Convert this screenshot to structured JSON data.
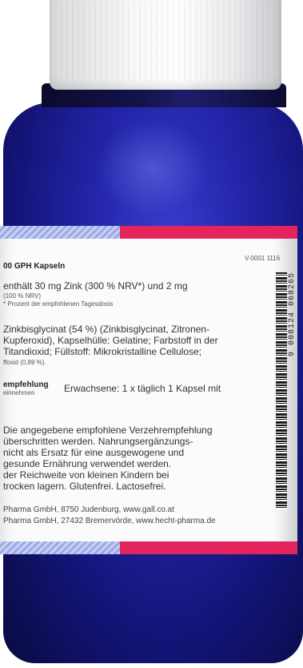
{
  "label": {
    "code": "V-0001 1116",
    "product_line": "00 GPH Kapseln",
    "line_zinc_1": "enthält 30 mg Zink (300 % NRV*) und 2 mg",
    "line_zinc_2": "(100 % NRV)",
    "line_nrv": "* Prozent der empfohlenen Tagesdosis",
    "ingredients_1": "Zinkbisglycinat (54 %) (Zinkbisglycinat, Zitronen-",
    "ingredients_2": "Kupferoxid), Kapselhülle: Gelatine; Farbstoff in der",
    "ingredients_3": "Titandioxid; Füllstoff: Mikrokristalline Cellulose;",
    "ingredients_4": "ffoxid (0,89 %).",
    "dosage_label": "empfehlung",
    "dosage_sub": "einnehmen",
    "dosage_text": "Erwachsene: 1 x täglich 1 Kapsel mit",
    "warning_1": "Die angegebene empfohlene Verzehrempfehlung",
    "warning_2": "überschritten werden. Nahrungsergänzungs-",
    "warning_3": "nicht als Ersatz für eine ausgewogene und",
    "warning_4": "gesunde Ernährung verwendet werden.",
    "warning_5": "der Reichweite von kleinen Kindern bei",
    "warning_6": "trocken lagern. Glutenfrei. Lactosefrei.",
    "address_1": "Pharma GmbH, 8750 Judenburg, www.gall.co.at",
    "address_2": "Pharma GmbH, 27432 Bremervörde, www.hecht-pharma.de",
    "barcode_number": "9 008124 068265"
  }
}
